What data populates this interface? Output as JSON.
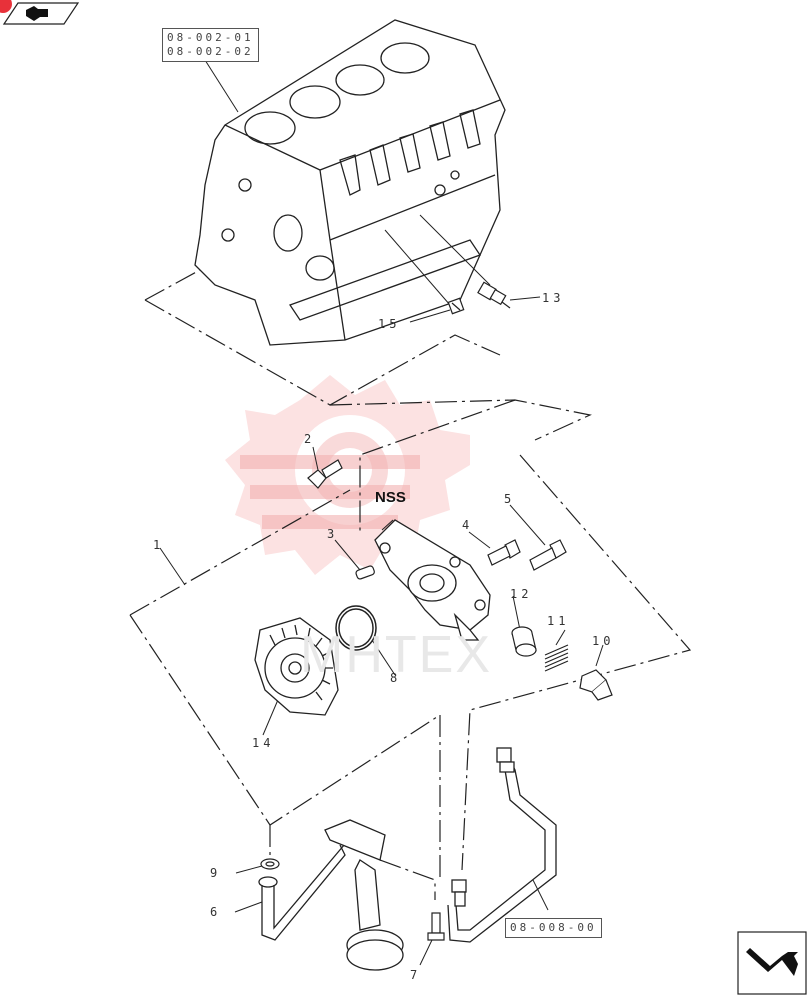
{
  "reference_boxes": {
    "engine_block": [
      "08-002-01",
      "08-002-02"
    ],
    "pipe": "08-008-00"
  },
  "callouts": {
    "c1": "1",
    "c2": "2",
    "c3": "3",
    "c4": "4",
    "c5": "5",
    "c6": "6",
    "c7": "7",
    "c8": "8",
    "c9": "9",
    "c10": "10",
    "c11": "11",
    "c12": "12",
    "c13": "13",
    "c14": "14",
    "c15": "15"
  },
  "nss_label": "NSS",
  "watermark": "MHTEX",
  "navigation": {
    "back_icon": "back-arrow-icon",
    "next_icon": "next-arrow-icon"
  },
  "colors": {
    "watermark": "#f5b7b7",
    "badge": "#e8313a",
    "line": "#222222"
  }
}
